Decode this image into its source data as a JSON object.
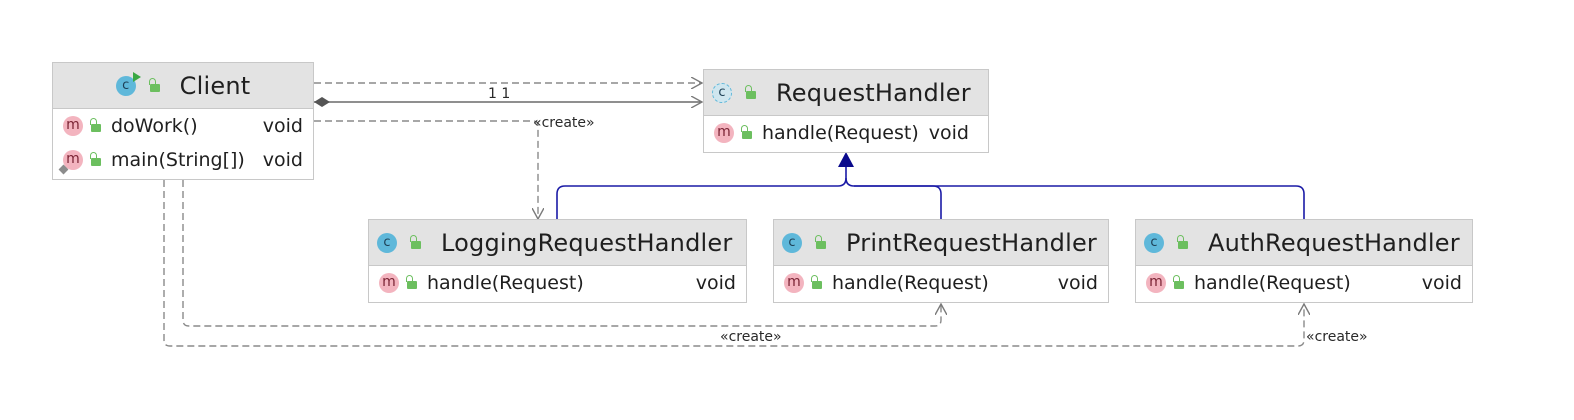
{
  "classes": {
    "client": {
      "name": "Client",
      "methods": [
        {
          "name": "doWork()",
          "type": "void"
        },
        {
          "name": "main(String[])",
          "type": "void"
        }
      ]
    },
    "request_handler": {
      "name": "RequestHandler",
      "methods": [
        {
          "name": "handle(Request)",
          "type": "void"
        }
      ]
    },
    "logging_request_handler": {
      "name": "LoggingRequestHandler",
      "methods": [
        {
          "name": "handle(Request)",
          "type": "void"
        }
      ]
    },
    "print_request_handler": {
      "name": "PrintRequestHandler",
      "methods": [
        {
          "name": "handle(Request)",
          "type": "void"
        }
      ]
    },
    "auth_request_handler": {
      "name": "AuthRequestHandler",
      "methods": [
        {
          "name": "handle(Request)",
          "type": "void"
        }
      ]
    }
  },
  "icons": {
    "class_letter": "c",
    "method_letter": "m"
  },
  "edges": {
    "composition_multiplicity": "1 1",
    "create_label": "«create»"
  },
  "colors": {
    "header_bg": "#e3e3e3",
    "border": "#c8c8c8",
    "dependency_line": "#8a8a8a",
    "inheritance_line": "#1a1aa6",
    "inheritance_arrowhead": "#0a0a8c",
    "class_icon": "#5fb8da",
    "method_icon": "#f3b4bf",
    "visibility_lock": "#6cbf5f"
  }
}
